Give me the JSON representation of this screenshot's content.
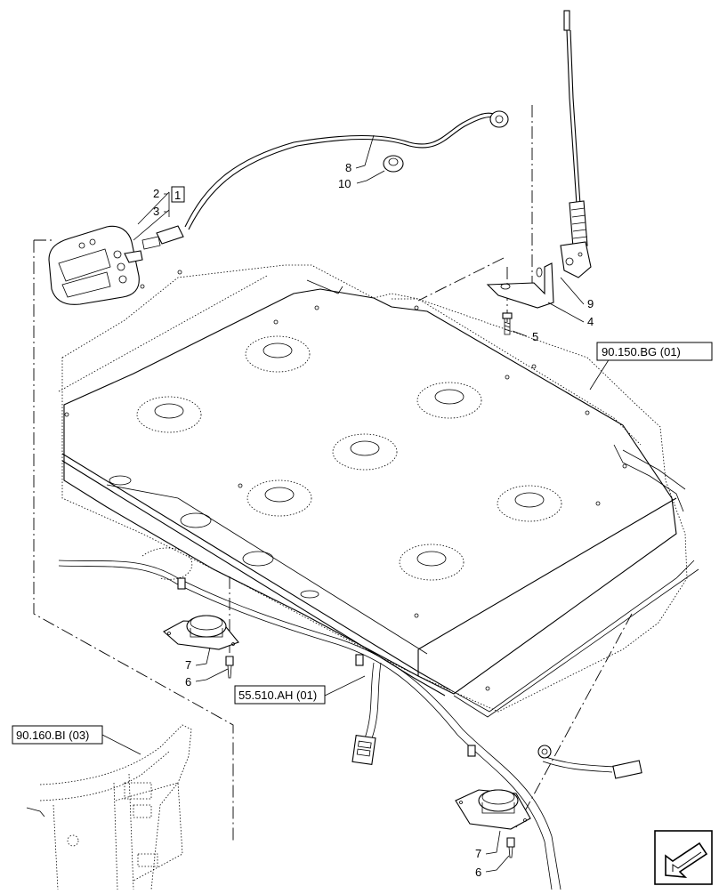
{
  "callouts": {
    "c1": "1",
    "c2": "2",
    "c3": "3",
    "c4": "4",
    "c5": "5",
    "c6a": "6",
    "c6b": "6",
    "c7a": "7",
    "c7b": "7",
    "c8": "8",
    "c9": "9",
    "c10": "10"
  },
  "references": {
    "roof_ref": "90.150.BG (01)",
    "harness_ref": "55.510.AH (01)",
    "pillar_ref": "90.160.BI (03)"
  },
  "icons": {
    "nav": "orientation-arrow-icon"
  }
}
